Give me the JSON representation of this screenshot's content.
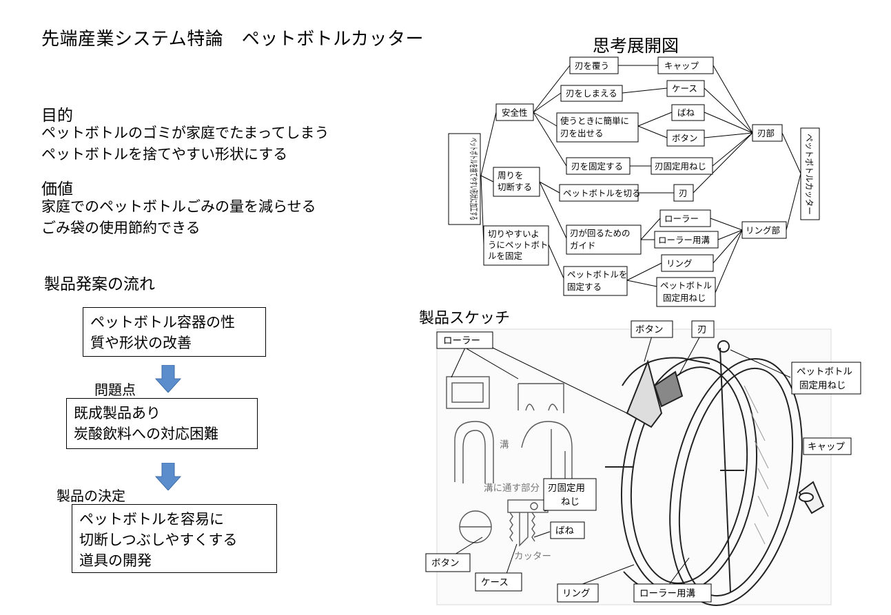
{
  "title": "先端産業システム特論　ペットボトルカッター",
  "purpose": {
    "heading": "目的",
    "lines": [
      "ペットボトルのゴミが家庭でたまってしまう",
      "ペットボトルを捨てやすい形状にする"
    ]
  },
  "value": {
    "heading": "価値",
    "lines": [
      "家庭でのペットボトルごみの量を減らせる",
      "ごみ袋の使用節約できる"
    ]
  },
  "flow": {
    "heading": "製品発案の流れ",
    "box1": [
      "ペットボトル容器の性",
      "質や形状の改善"
    ],
    "label1": "問題点",
    "box2": [
      "既成製品あり",
      "炭酸飲料への対応困難"
    ],
    "label2": "製品の決定",
    "box3": [
      "ペットボトルを容易に",
      "切断しつぶしやすくする",
      "道具の開発"
    ]
  },
  "mindmap": {
    "heading": "思考展開図",
    "root": "ペットボトルを捨てやすい形状に加工する",
    "level1": [
      "安全性",
      "周りを切断する",
      "切りやすいようにペットボトルを固定"
    ],
    "level1_lines": [
      [
        "安全性"
      ],
      [
        "周りを",
        "切断する"
      ],
      [
        "切りやすいよ",
        "うにペットボト",
        "ルを固定"
      ]
    ],
    "level2": [
      [
        "刃を覆う"
      ],
      [
        "刃をしまえる"
      ],
      [
        "使うときに簡単に",
        "刃を出せる"
      ],
      [
        "刃を固定する"
      ],
      [
        "ペットボトルを切る"
      ],
      [
        "刃が回るための",
        "ガイド"
      ],
      [
        "ペットボトルを",
        "固定する"
      ]
    ],
    "level3": [
      [
        "キャップ"
      ],
      [
        "ケース"
      ],
      [
        "ばね"
      ],
      [
        "ボタン"
      ],
      [
        "刃固定用ねじ"
      ],
      [
        "刃"
      ],
      [
        "ローラー"
      ],
      [
        "ローラー用溝"
      ],
      [
        "リング"
      ],
      [
        "ペットボトル",
        "固定用ねじ"
      ]
    ],
    "parts": [
      "刃部",
      "リング部"
    ],
    "product": "ペットボトルカッター"
  },
  "sketch": {
    "heading": "製品スケッチ",
    "labels": [
      [
        "ローラー"
      ],
      [
        "ボタン"
      ],
      [
        "刃"
      ],
      [
        "ペットボトル",
        "固定用ねじ"
      ],
      [
        "キャップ"
      ],
      [
        "刃固定用",
        "ねじ"
      ],
      [
        "ばね"
      ],
      [
        "ボタン"
      ],
      [
        "ケース"
      ],
      [
        "リング"
      ],
      [
        "ローラー用溝"
      ]
    ],
    "handwritten": [
      "溝",
      "溝に通す部分",
      "カッター"
    ]
  }
}
